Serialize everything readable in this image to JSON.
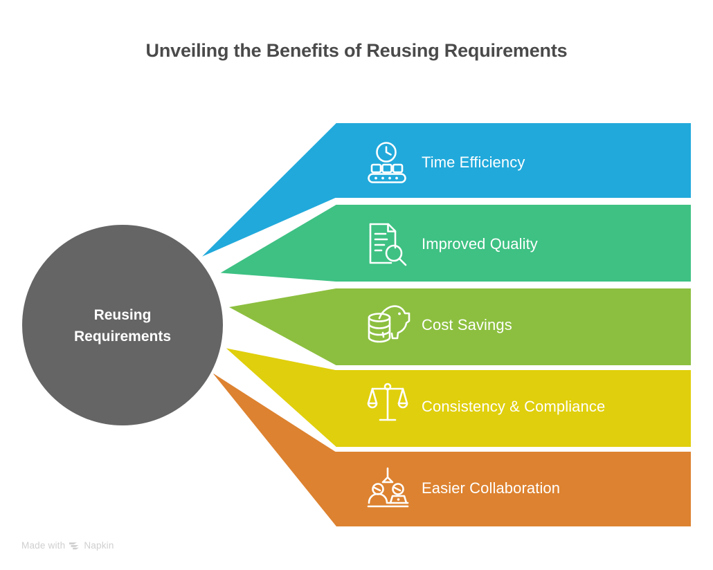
{
  "title": "Unveiling the Benefits of Reusing Requirements",
  "hub": {
    "line1": "Reusing",
    "line2": "Requirements",
    "color": "#656565"
  },
  "bands": [
    {
      "label": "Time Efficiency",
      "color": "#21a9db",
      "icon": "conveyor-clock-icon"
    },
    {
      "label": "Improved Quality",
      "color": "#3ec183",
      "icon": "document-search-icon"
    },
    {
      "label": "Cost Savings",
      "color": "#8cbf3f",
      "icon": "piggy-bank-icon"
    },
    {
      "label": "Consistency & Compliance",
      "color": "#e0cf0c",
      "icon": "balance-scales-icon"
    },
    {
      "label": "Easier Collaboration",
      "color": "#dd8230",
      "icon": "collaboration-icon"
    }
  ],
  "watermark": {
    "text_before": "Made with",
    "brand": "Napkin"
  }
}
